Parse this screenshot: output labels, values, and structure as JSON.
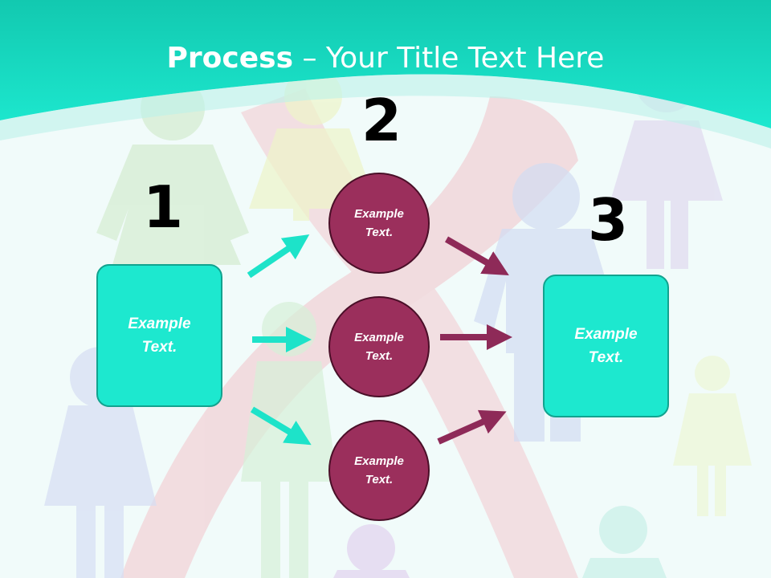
{
  "slide": {
    "title_bold": "Process",
    "title_rest": " – Your Title Text Here",
    "colors": {
      "header": "#1de3c9",
      "box_fill": "#1de8cf",
      "circle_fill": "#9b2f5c",
      "arrow_teal": "#1de3c9",
      "arrow_purple": "#8e2a58"
    }
  },
  "steps": [
    {
      "number": "1",
      "text": "Example\nText."
    },
    {
      "number": "2",
      "items": [
        {
          "text": "Example\nText."
        },
        {
          "text": "Example\nText."
        },
        {
          "text": "Example\nText."
        }
      ]
    },
    {
      "number": "3",
      "text": "Example\nText."
    }
  ]
}
